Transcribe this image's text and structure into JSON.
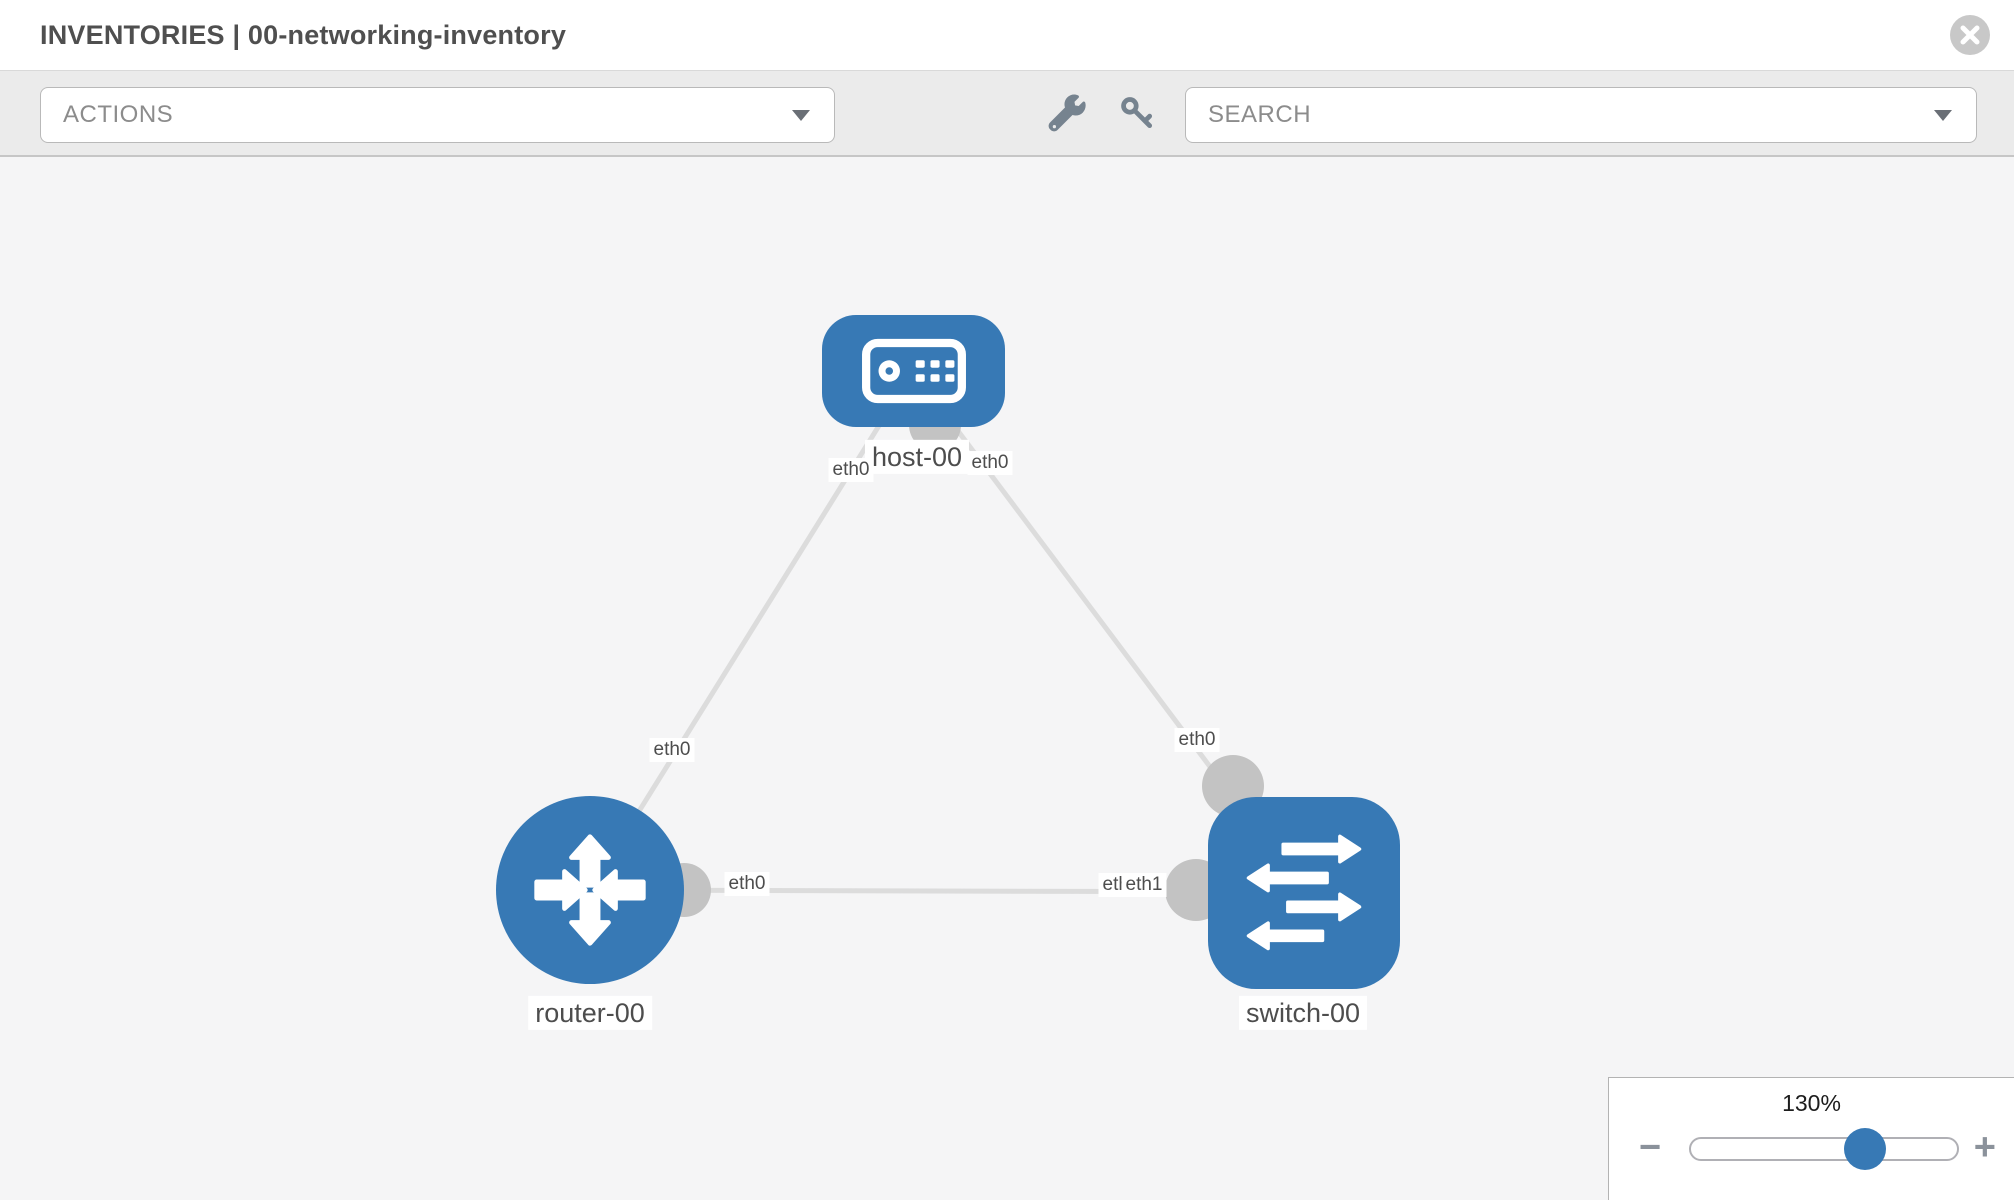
{
  "header": {
    "title": "INVENTORIES | 00-networking-inventory"
  },
  "toolbar": {
    "actions": {
      "label": "ACTIONS"
    },
    "search": {
      "label": "SEARCH"
    },
    "icons": {
      "left": "wrench-icon",
      "right": "key-icon"
    }
  },
  "diagram": {
    "nodes": [
      {
        "id": "host-00",
        "type": "host",
        "label": "host-00"
      },
      {
        "id": "router-00",
        "type": "router",
        "label": "router-00"
      },
      {
        "id": "switch-00",
        "type": "switch",
        "label": "switch-00"
      }
    ],
    "links": [
      {
        "from": "host-00",
        "to": "router-00"
      },
      {
        "from": "host-00",
        "to": "switch-00"
      },
      {
        "from": "router-00",
        "to": "switch-00"
      }
    ],
    "port_labels": {
      "host_left": "eth0",
      "host_right": "eth0",
      "host_router_link": "eth0",
      "host_switch_link": "eth0",
      "router_switch_near_router": "eth0",
      "router_switch_near_switch_back": "eth0",
      "router_switch_near_switch_front": "eth1"
    }
  },
  "zoom_control": {
    "value": "130%",
    "minus": "−",
    "plus": "+"
  },
  "colors": {
    "node_blue": "#3779b5",
    "link_gray": "#dcdcdc",
    "port_gray": "#c3c3c3",
    "icon_gray": "#76838f"
  }
}
